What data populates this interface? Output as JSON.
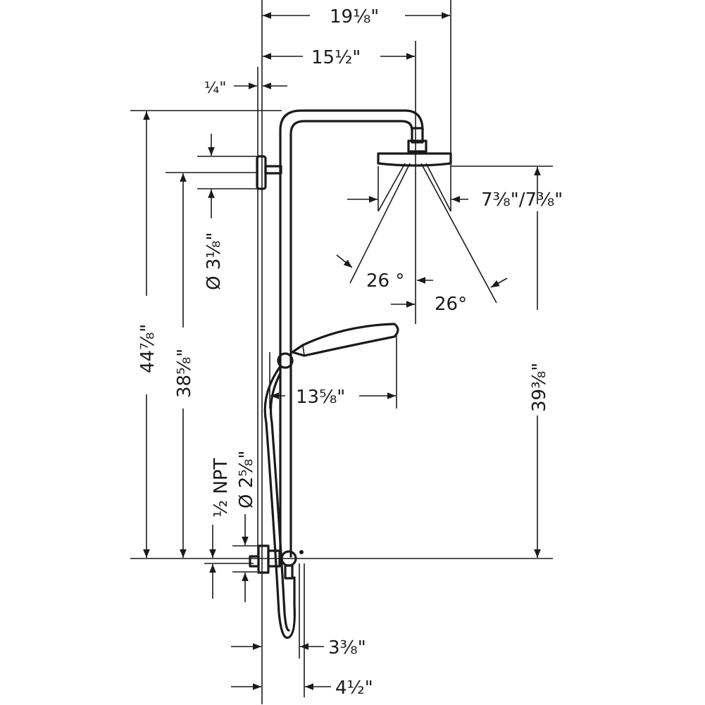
{
  "drawing": {
    "dimensions": {
      "overall_width": "19⅛\"",
      "arm_reach": "15½\"",
      "wall_offset": "¼\"",
      "overall_height": "44⅞\"",
      "bracket_height": "38⅝\"",
      "bracket_diameter": "Ø 3⅛\"",
      "head_diameter": "7⅜\"/7⅜\"",
      "spray_angle_left": "26 °",
      "spray_angle_right": "26°",
      "hand_shower_reach": "13⅝\"",
      "head_height": "39⅜\"",
      "connection": "½ NPT",
      "escutcheon_diameter": "Ø 2⅝\"",
      "valve_offset_a": "3⅜\"",
      "valve_offset_b": "4½\""
    },
    "line_color": "#1a1a1a"
  }
}
